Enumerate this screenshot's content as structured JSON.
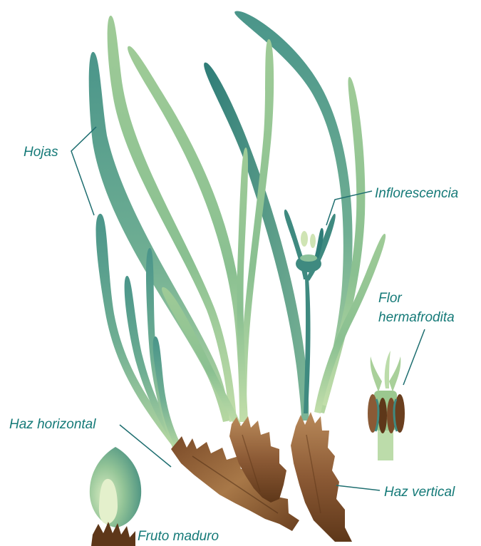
{
  "colors": {
    "label": "#157a78",
    "leader": "#1e6e70",
    "leaf_light": "#a9d09a",
    "leaf_dark": "#3e8a80",
    "sheath": "#8a5a36",
    "sheath_light": "#b98a5a"
  },
  "labels": {
    "hojas": "Hojas",
    "inflorescencia": "Inflorescencia",
    "flor_line1": "Flor",
    "flor_line2": "hermafrodita",
    "haz_horizontal": "Haz horizontal",
    "haz_vertical": "Haz vertical",
    "fruto_maduro": "Fruto maduro"
  }
}
